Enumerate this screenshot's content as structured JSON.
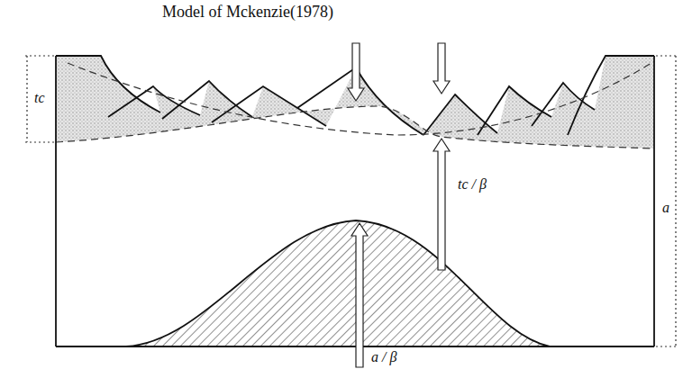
{
  "diagram": {
    "title": "Model of Mckenzie(1978)",
    "labels": [
      "tc",
      "a",
      "tc / β",
      "a / β"
    ]
  }
}
